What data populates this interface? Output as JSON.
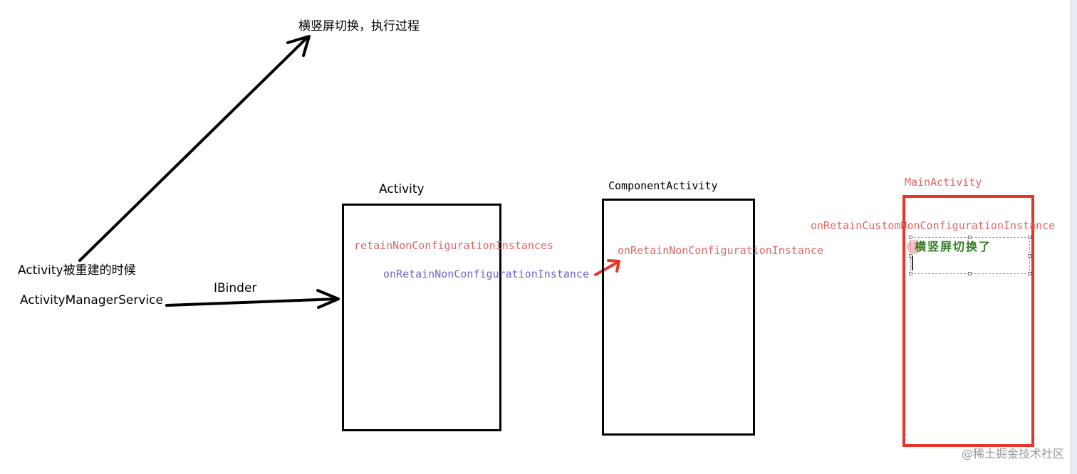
{
  "title": "横竖屏切换，执行过程",
  "left_labels": {
    "recreate": "Activity被重建的时候",
    "service": "ActivityManagerService",
    "binder": "IBinder"
  },
  "boxes": {
    "activity": {
      "title": "Activity",
      "field": "retainNonConfigurationInstances",
      "method": "onRetainNonConfigurationInstance"
    },
    "component": {
      "title": "ComponentActivity",
      "method": "onRetainNonConfigurationInstance"
    },
    "main": {
      "title": "MainActivity",
      "method": "onRetainCustomNonConfigurationInstance",
      "note": "横竖屏切换了"
    }
  },
  "watermark": "@稀土掘金技术社区",
  "colors": {
    "ink": "#000000",
    "red_text": "#e06666",
    "blue_text": "#6b6bd0",
    "red_box": "#e8352a",
    "red_arrow": "#e8352a",
    "green_text": "#2e7d22"
  }
}
